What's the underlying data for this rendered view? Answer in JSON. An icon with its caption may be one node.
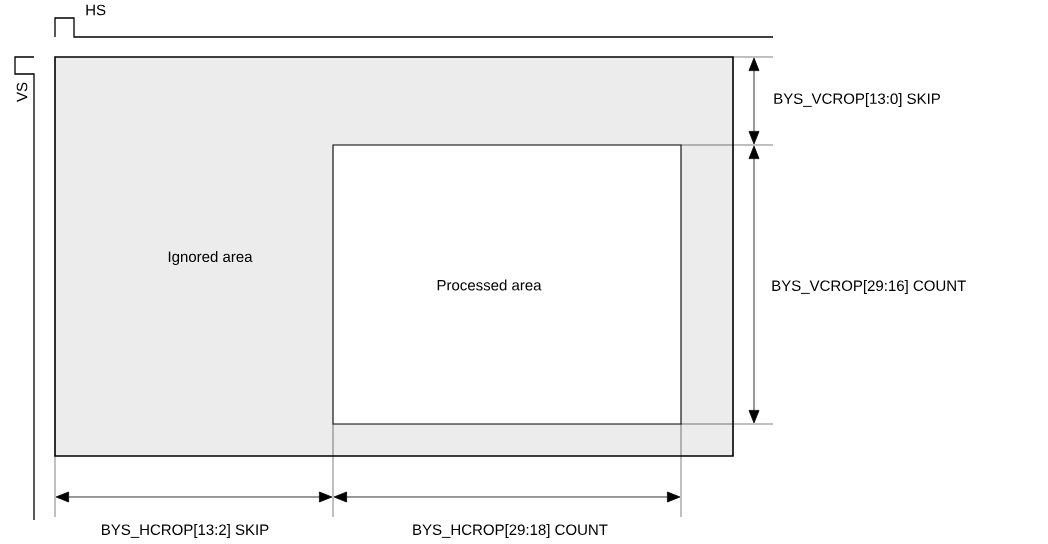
{
  "diagram": {
    "nodes": [
      {
        "text": [
          "Ignored area"
        ]
      },
      {
        "text": [
          "Processed area"
        ],
        "in": 0
      }
    ],
    "labels": [
      "HS",
      "VS",
      "BYS_VCROP[13:0] SKIP",
      "BYS_VCROP[29:16] COUNT",
      "BYS_HCROP[13:2] SKIP",
      "BYS_HCROP[29:18] COUNT"
    ]
  }
}
